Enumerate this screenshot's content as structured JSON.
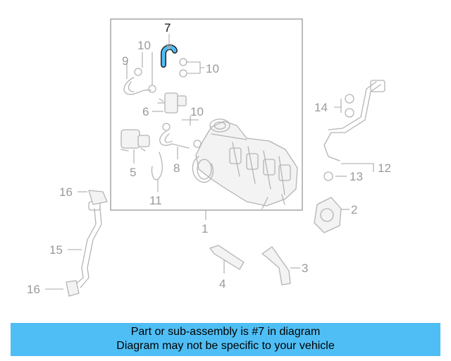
{
  "callouts": {
    "c1": "1",
    "c2": "2",
    "c3": "3",
    "c4": "4",
    "c5": "5",
    "c6": "6",
    "c7": "7",
    "c8": "8",
    "c9": "9",
    "c10a": "10",
    "c10b": "10",
    "c10c": "10",
    "c11": "11",
    "c12": "12",
    "c13": "13",
    "c14": "14",
    "c15": "15",
    "c16a": "16",
    "c16b": "16"
  },
  "highlight_part": "7",
  "colors": {
    "highlight": "#4fbef5",
    "banner": "#4fbef5",
    "line": "#b4b4b4"
  },
  "banner": {
    "line1": "Part or sub-assembly is #7 in diagram",
    "line2": "Diagram may not be specific to your vehicle"
  }
}
